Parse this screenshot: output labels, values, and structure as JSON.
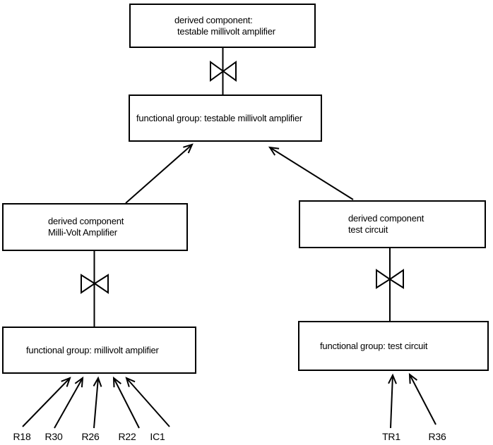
{
  "diagram": {
    "background_color": "#ffffff",
    "line_color": "#000000",
    "nodes": {
      "derived_testable": {
        "line1": "derived component:",
        "line2": "testable millivolt amplifier"
      },
      "functional_testable": {
        "label": "functional group: testable millivolt amplifier"
      },
      "derived_millivolt": {
        "line1": "derived component",
        "line2": "Milli-Volt Amplifier"
      },
      "functional_millivolt": {
        "label": "functional group: millivolt amplifier"
      },
      "derived_test": {
        "line1": "derived component",
        "line2": "test circuit"
      },
      "functional_test": {
        "label": "functional group: test circuit"
      }
    },
    "leaf_labels": [
      "R18",
      "R30",
      "R26",
      "R22",
      "IC1",
      "TR1",
      "R36"
    ]
  }
}
